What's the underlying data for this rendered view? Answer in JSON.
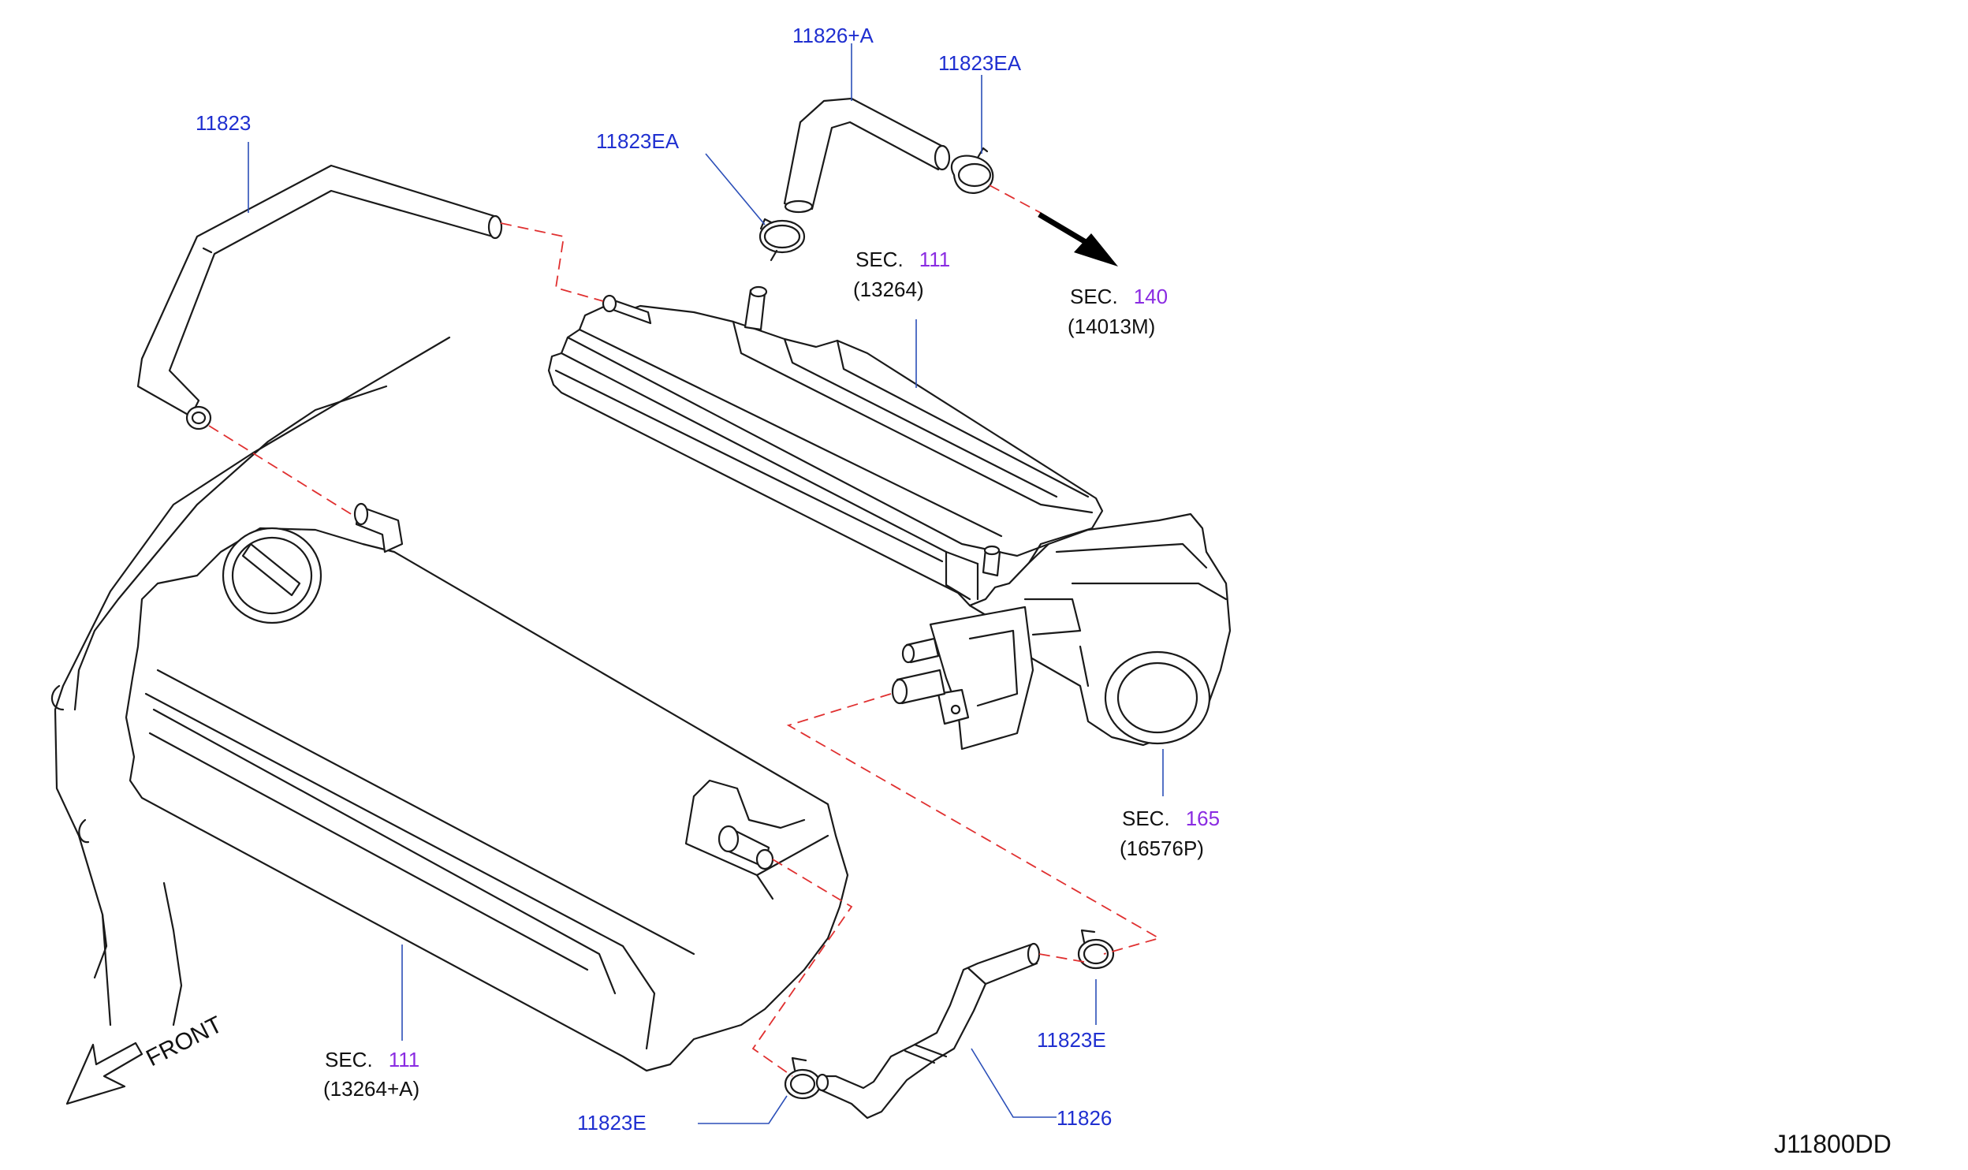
{
  "diagram_code": "J11800DD",
  "front_label": "FRONT",
  "part_numbers": {
    "hose_left": "11823",
    "hose_top": "11826+A",
    "clamp_top_right": "11823EA",
    "clamp_top_left": "11823EA",
    "clamp_bottom_right": "11823E",
    "clamp_bottom_left": "11823E",
    "hose_bottom": "11826"
  },
  "section_refs": [
    {
      "prefix": "SEC.",
      "number": "111",
      "code": "(13264)"
    },
    {
      "prefix": "SEC.",
      "number": "140",
      "code": "(14013M)"
    },
    {
      "prefix": "SEC.",
      "number": "165",
      "code": "(16576P)"
    },
    {
      "prefix": "SEC.",
      "number": "111",
      "code": "(13264+A)"
    }
  ],
  "colors": {
    "part_number": "#1f2fd0",
    "section_number": "#8a2be2",
    "leader_line": "#2b4fb8",
    "connection_dash": "#e03030",
    "drawing": "#1a1a1a"
  }
}
